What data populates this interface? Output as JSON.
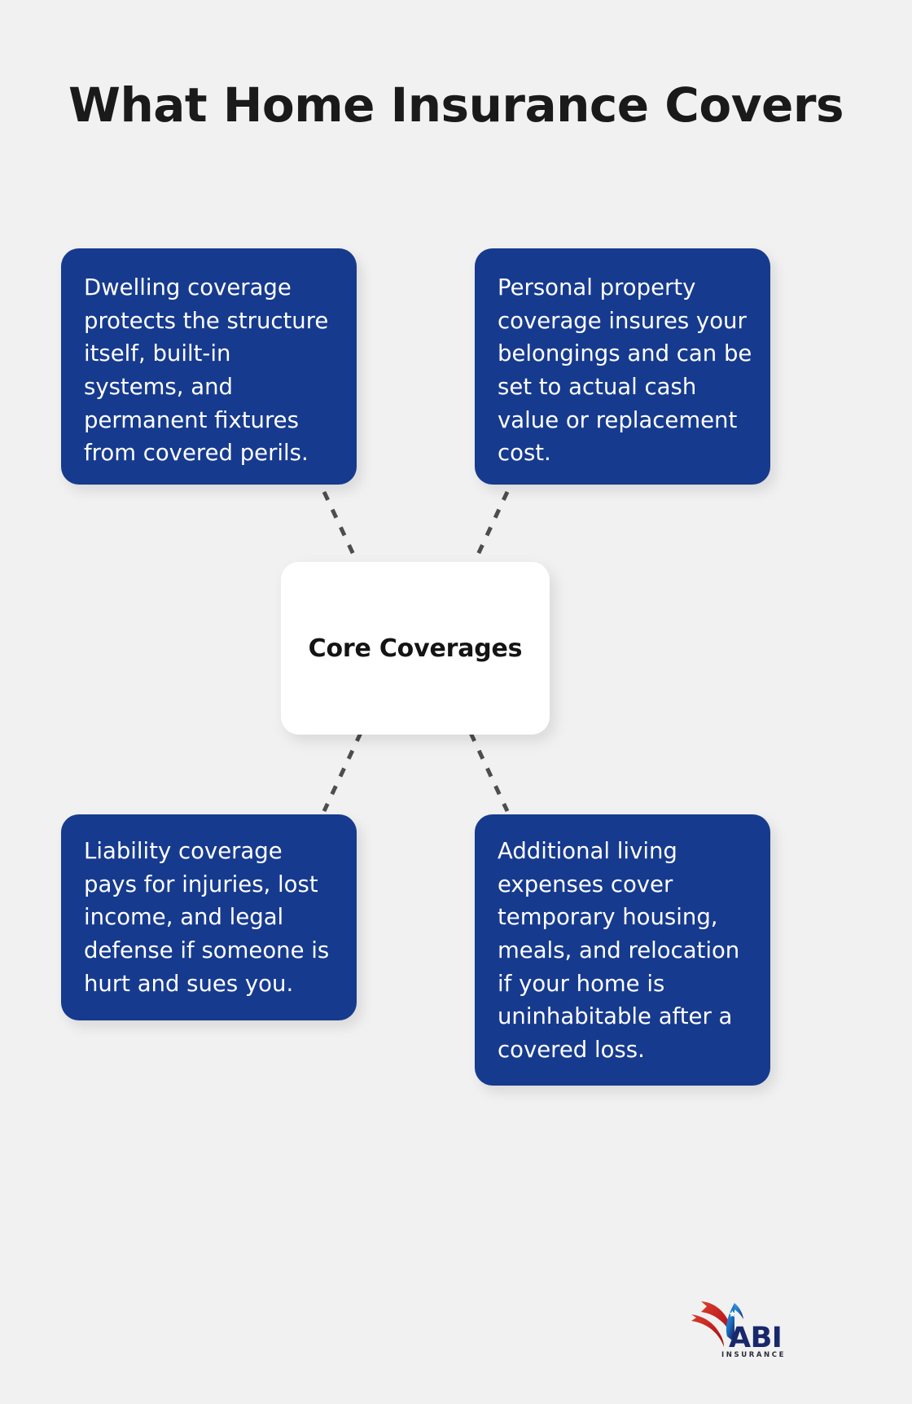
{
  "page": {
    "title": "What Home Insurance Covers",
    "background_color": "#f1f1f1",
    "accent_color": "#163a8e",
    "connector_color": "#4d4d4d"
  },
  "center": {
    "label": "Core Coverages",
    "background_color": "#ffffff",
    "text_color": "#141414"
  },
  "cards": [
    {
      "id": "dwelling-coverage",
      "position": "top-left",
      "text": "Dwelling coverage protects the structure itself, built-in systems, and permanent fixtures from covered perils."
    },
    {
      "id": "personal-property-coverage",
      "position": "top-right",
      "text": "Personal property coverage insures your belongings and can be set to actual cash value or replacement cost."
    },
    {
      "id": "liability-coverage",
      "position": "bottom-left",
      "text": "Liability coverage pays for injuries, lost income, and legal defense if someone is hurt and sues you."
    },
    {
      "id": "additional-living-expenses",
      "position": "bottom-right",
      "text": "Additional living expenses cover temporary housing, meals, and relocation if your home is uninhabitable after a covered loss."
    }
  ],
  "logo": {
    "name": "ABI Insurance",
    "wordmark": "ABI",
    "tagline": "I N S U R A N C E",
    "mark_colors": {
      "red": "#c52828",
      "red_light": "#e0503a",
      "blue": "#1b6fc4",
      "navy": "#17296b"
    }
  },
  "chart_data": {
    "type": "diagram",
    "diagram_kind": "hub-and-spoke mind map",
    "title": "What Home Insurance Covers",
    "hub": "Core Coverages",
    "nodes": [
      {
        "label": "Dwelling coverage protects the structure itself, built-in systems, and permanent fixtures from covered perils.",
        "quadrant": "top-left"
      },
      {
        "label": "Personal property coverage insures your belongings and can be set to actual cash value or replacement cost.",
        "quadrant": "top-right"
      },
      {
        "label": "Liability coverage pays for injuries, lost income, and legal defense if someone is hurt and sues you.",
        "quadrant": "bottom-left"
      },
      {
        "label": "Additional living expenses cover temporary housing, meals, and relocation if your home is uninhabitable after a covered loss.",
        "quadrant": "bottom-right"
      }
    ],
    "edges": [
      {
        "from": "Core Coverages",
        "to": "Dwelling coverage",
        "style": "dashed"
      },
      {
        "from": "Core Coverages",
        "to": "Personal property coverage",
        "style": "dashed"
      },
      {
        "from": "Core Coverages",
        "to": "Liability coverage",
        "style": "dashed"
      },
      {
        "from": "Core Coverages",
        "to": "Additional living expenses",
        "style": "dashed"
      }
    ],
    "legend": [],
    "grid": false
  }
}
